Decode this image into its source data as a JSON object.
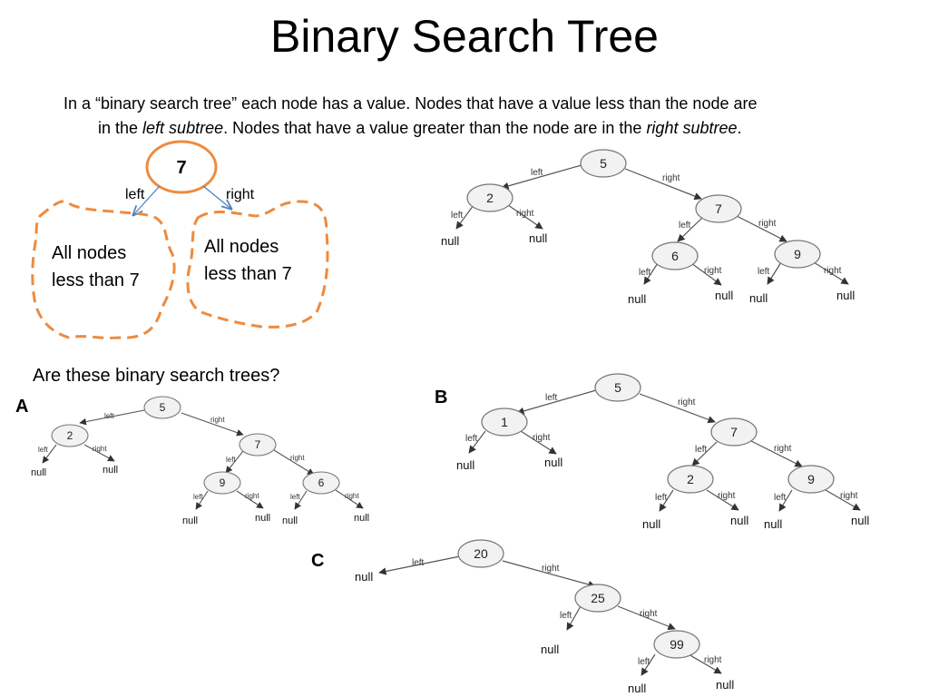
{
  "title": "Binary Search Tree",
  "intro": {
    "p1": "In a “binary search tree” each node has a value.  Nodes that have a value less than the node are",
    "p2a": "in the ",
    "p2b": "left subtree",
    "p2c": ".  Nodes that have a value greater than the node are in the ",
    "p2d": "right subtree",
    "p2e": "."
  },
  "concept": {
    "root": "7",
    "left_label": "left",
    "right_label": "right",
    "left_cloud": [
      "All nodes",
      "less than 7"
    ],
    "right_cloud": [
      "All nodes",
      "less than 7"
    ]
  },
  "question": "Are these binary search trees?",
  "tree_labels": {
    "a": "A",
    "b": "B",
    "c": "C"
  },
  "edge_labels": {
    "left": "left",
    "right": "right",
    "null": "null"
  },
  "trees": {
    "example": [
      "5",
      "2",
      "7",
      "6",
      "9"
    ],
    "a": [
      "5",
      "2",
      "7",
      "9",
      "6"
    ],
    "b": [
      "5",
      "1",
      "7",
      "2",
      "9"
    ],
    "c": [
      "20",
      "25",
      "99"
    ]
  },
  "colors": {
    "accent": "#ED8B3F",
    "arrow_blue": "#4F81BD",
    "node_fill": "#f2f2f2"
  }
}
